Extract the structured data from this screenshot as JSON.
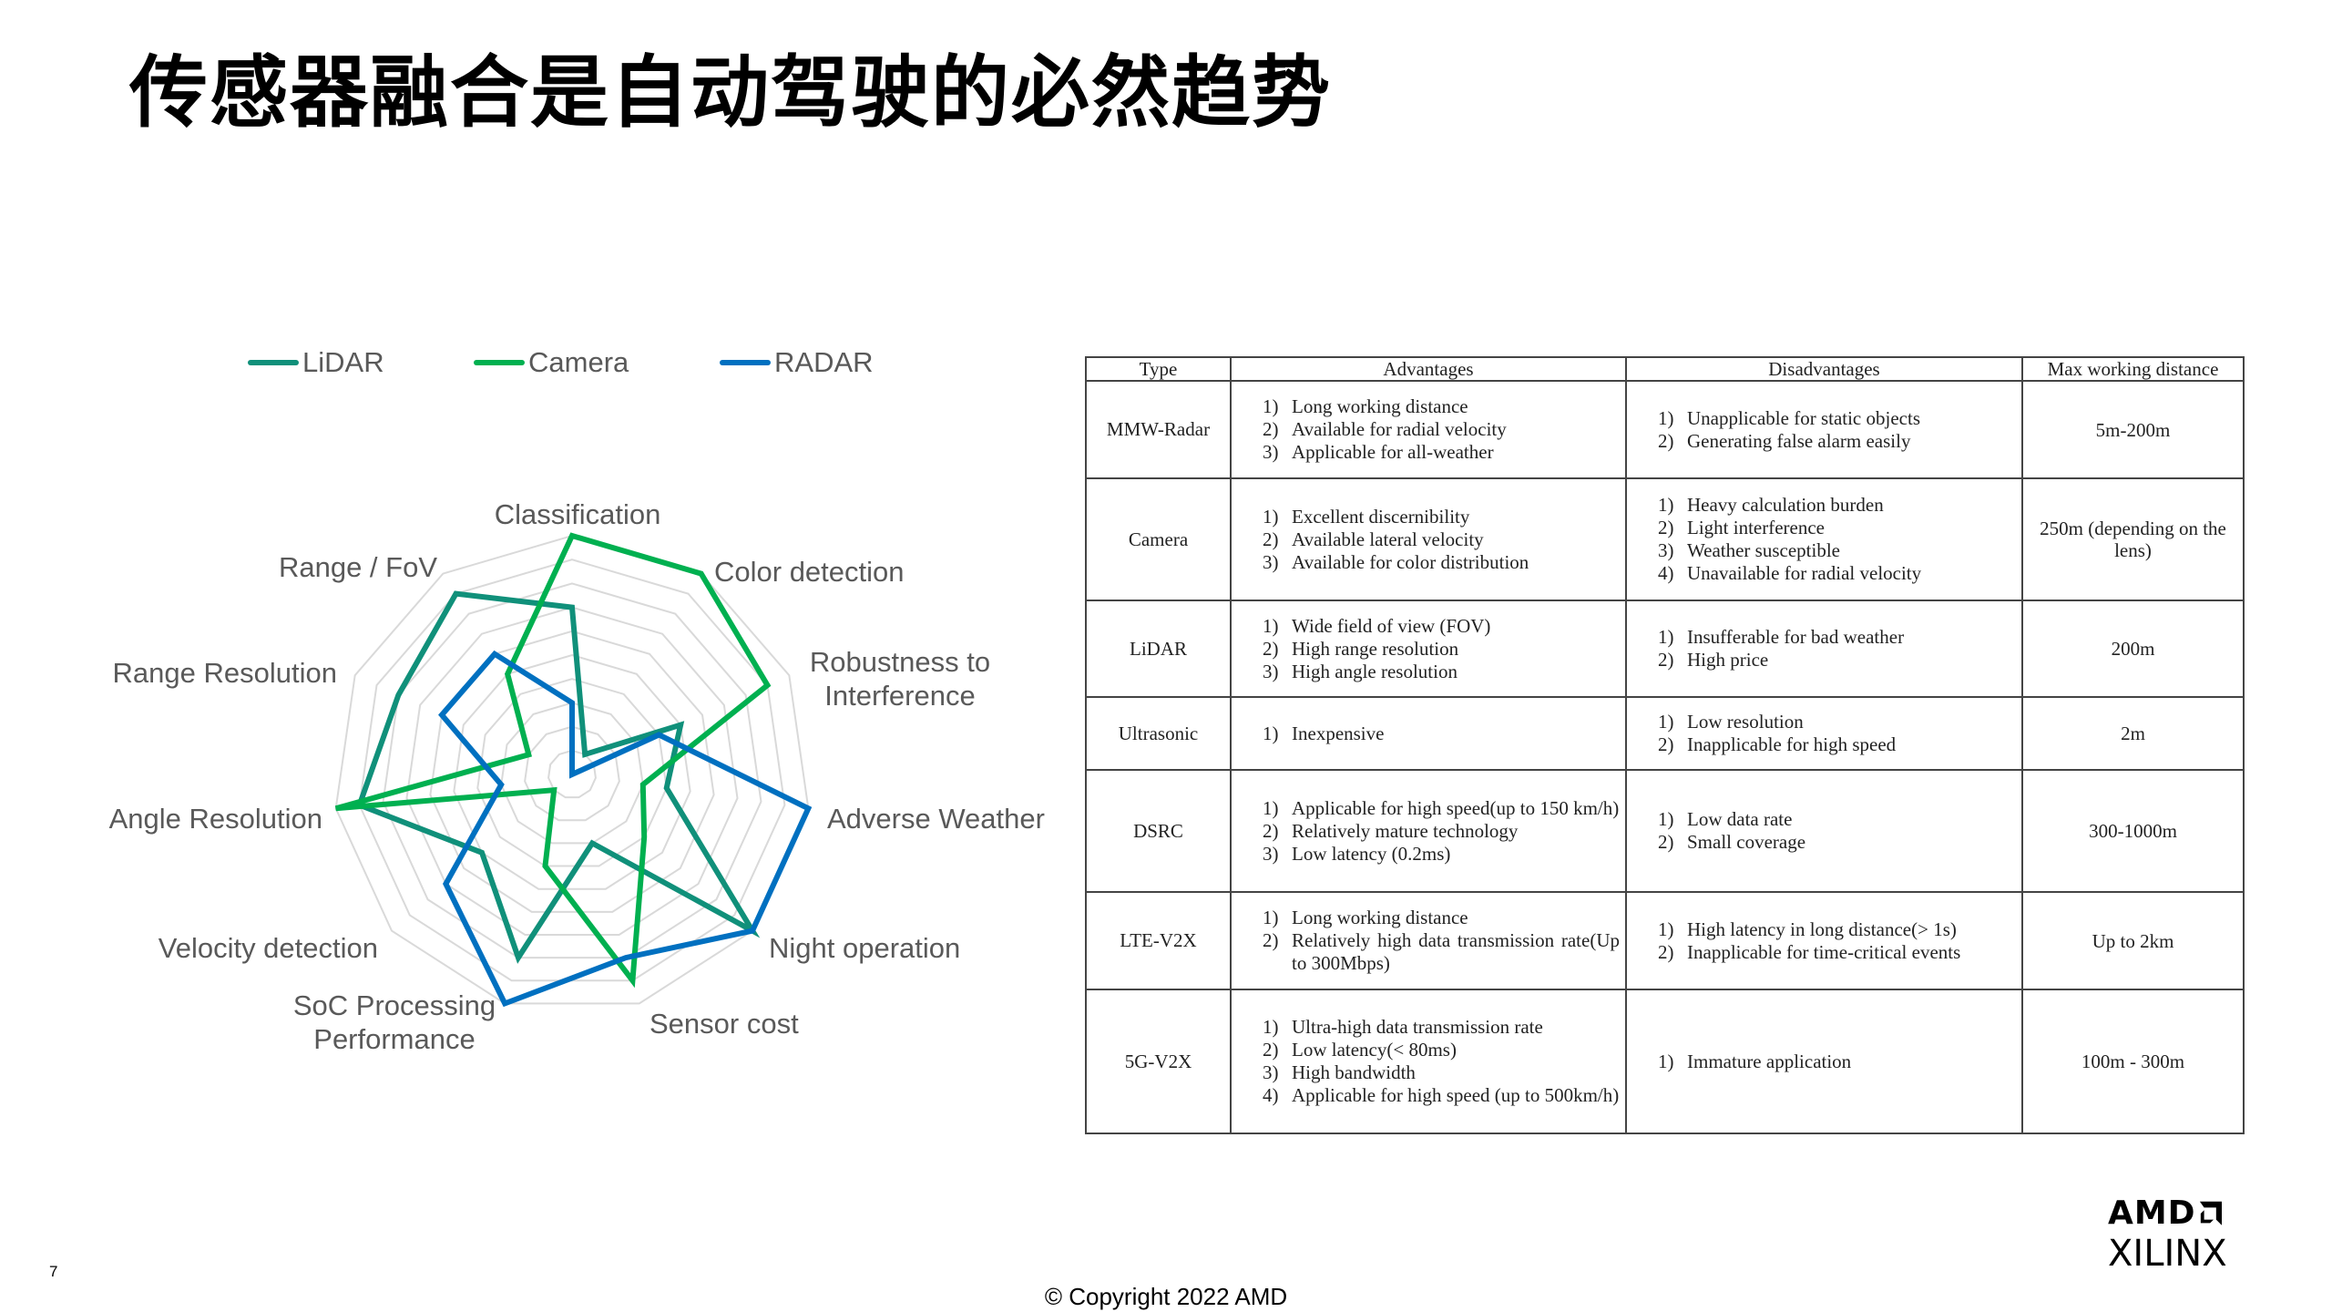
{
  "slide": {
    "title": "传感器融合是自动驾驶的必然趋势",
    "page_number": "7",
    "copyright": "© Copyright 2022 AMD",
    "logo": {
      "top": "AMD",
      "bottom": "XILINX",
      "icon": "amd-arrow-icon"
    }
  },
  "colors": {
    "LiDAR": "#10907a",
    "Camera": "#00b050",
    "RADAR": "#0070c0",
    "grid": "#d9d9d9",
    "label": "#595959"
  },
  "chart_data": {
    "type": "radar",
    "title": "",
    "axes": [
      "Classification",
      "Color detection",
      "Robustness to Interference",
      "Adverse Weather",
      "Night operation",
      "Sensor cost",
      "SoC Processing Performance",
      "Velocity detection",
      "Angle Resolution",
      "Range Resolution",
      "Range / FoV"
    ],
    "range": [
      0,
      10
    ],
    "grid_rings": 10,
    "legend_position": "top",
    "series": [
      {
        "name": "LiDAR",
        "values": [
          7,
          1,
          5,
          4,
          10,
          3,
          8,
          5,
          9,
          8,
          9
        ]
      },
      {
        "name": "Camera",
        "values": [
          10,
          10,
          9,
          3,
          4,
          9,
          4,
          1,
          10,
          2,
          5
        ]
      },
      {
        "name": "RADAR",
        "values": [
          3,
          0,
          4,
          10,
          10,
          8,
          10,
          7,
          3,
          6,
          6
        ]
      }
    ]
  },
  "legend": [
    {
      "name": "LiDAR"
    },
    {
      "name": "Camera"
    },
    {
      "name": "RADAR"
    }
  ],
  "axis_labels": [
    {
      "lines": [
        "Classification"
      ]
    },
    {
      "lines": [
        "Color detection"
      ]
    },
    {
      "lines": [
        "Robustness to",
        "Interference"
      ]
    },
    {
      "lines": [
        "Adverse Weather"
      ]
    },
    {
      "lines": [
        "Night operation"
      ]
    },
    {
      "lines": [
        "Sensor cost"
      ]
    },
    {
      "lines": [
        "SoC Processing",
        "Performance"
      ]
    },
    {
      "lines": [
        "Velocity detection"
      ]
    },
    {
      "lines": [
        "Angle Resolution"
      ]
    },
    {
      "lines": [
        "Range Resolution"
      ]
    },
    {
      "lines": [
        "Range / FoV"
      ]
    }
  ],
  "table": {
    "headers": [
      "Type",
      "Advantages",
      "Disadvantages",
      "Max working distance"
    ],
    "rows": [
      {
        "type": "MMW-Radar",
        "advantages": [
          "Long working distance",
          "Available for radial velocity",
          "Applicable for all-weather"
        ],
        "disadvantages": [
          "Unapplicable for static objects",
          "Generating false alarm easily"
        ],
        "distance": "5m-200m"
      },
      {
        "type": "Camera",
        "advantages": [
          "Excellent discernibility",
          "Available lateral velocity",
          "Available for color distribution"
        ],
        "disadvantages": [
          "Heavy calculation burden",
          "Light interference",
          "Weather susceptible",
          "Unavailable for radial velocity"
        ],
        "distance": "250m (depending on the lens)"
      },
      {
        "type": "LiDAR",
        "advantages": [
          "Wide field of view (FOV)",
          "High range resolution",
          "High angle resolution"
        ],
        "disadvantages": [
          "Insufferable for bad weather",
          "High price"
        ],
        "distance": "200m"
      },
      {
        "type": "Ultrasonic",
        "advantages": [
          "Inexpensive"
        ],
        "disadvantages": [
          "Low resolution",
          "Inapplicable for high speed"
        ],
        "distance": "2m"
      },
      {
        "type": "DSRC",
        "advantages": [
          "Applicable for high speed(up to 150 km/h)",
          "Relatively mature technology",
          "Low latency (0.2ms)"
        ],
        "disadvantages": [
          "Low data rate",
          "Small coverage"
        ],
        "distance": "300-1000m"
      },
      {
        "type": "LTE-V2X",
        "advantages": [
          "Long working distance",
          "Relatively high data transmission rate(Up to 300Mbps)"
        ],
        "disadvantages": [
          "High latency in long distance(> 1s)",
          "Inapplicable for time-critical events"
        ],
        "distance": "Up to 2km"
      },
      {
        "type": "5G-V2X",
        "advantages": [
          "Ultra-high data transmission rate",
          "Low latency(< 80ms)",
          "High bandwidth",
          "Applicable for high speed (up to 500km/h)"
        ],
        "disadvantages": [
          "Immature application"
        ],
        "distance": "100m - 300m"
      }
    ]
  }
}
